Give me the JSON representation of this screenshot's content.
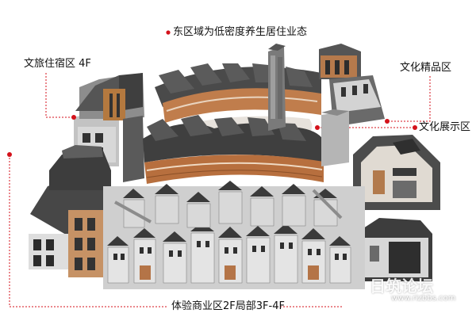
{
  "labels": {
    "east_zone": "东区域为低密度养生居住业态",
    "culture_lodging": "文旅住宿区 4F",
    "culture_boutique": "文化精品区",
    "culture_exhibition": "文化展示区",
    "commercial_zone": "体验商业区2F局部3F-4F"
  },
  "watermark": {
    "site_name": "日筑论坛",
    "url": "www.rizbbs.com"
  },
  "colors": {
    "marker": "#d4121b",
    "roof": "#4b4b4b",
    "wall_light": "#dcdcdc",
    "wall_brown": "#b87448",
    "wall_tan": "#cda072",
    "window": "#2a2a2a"
  }
}
